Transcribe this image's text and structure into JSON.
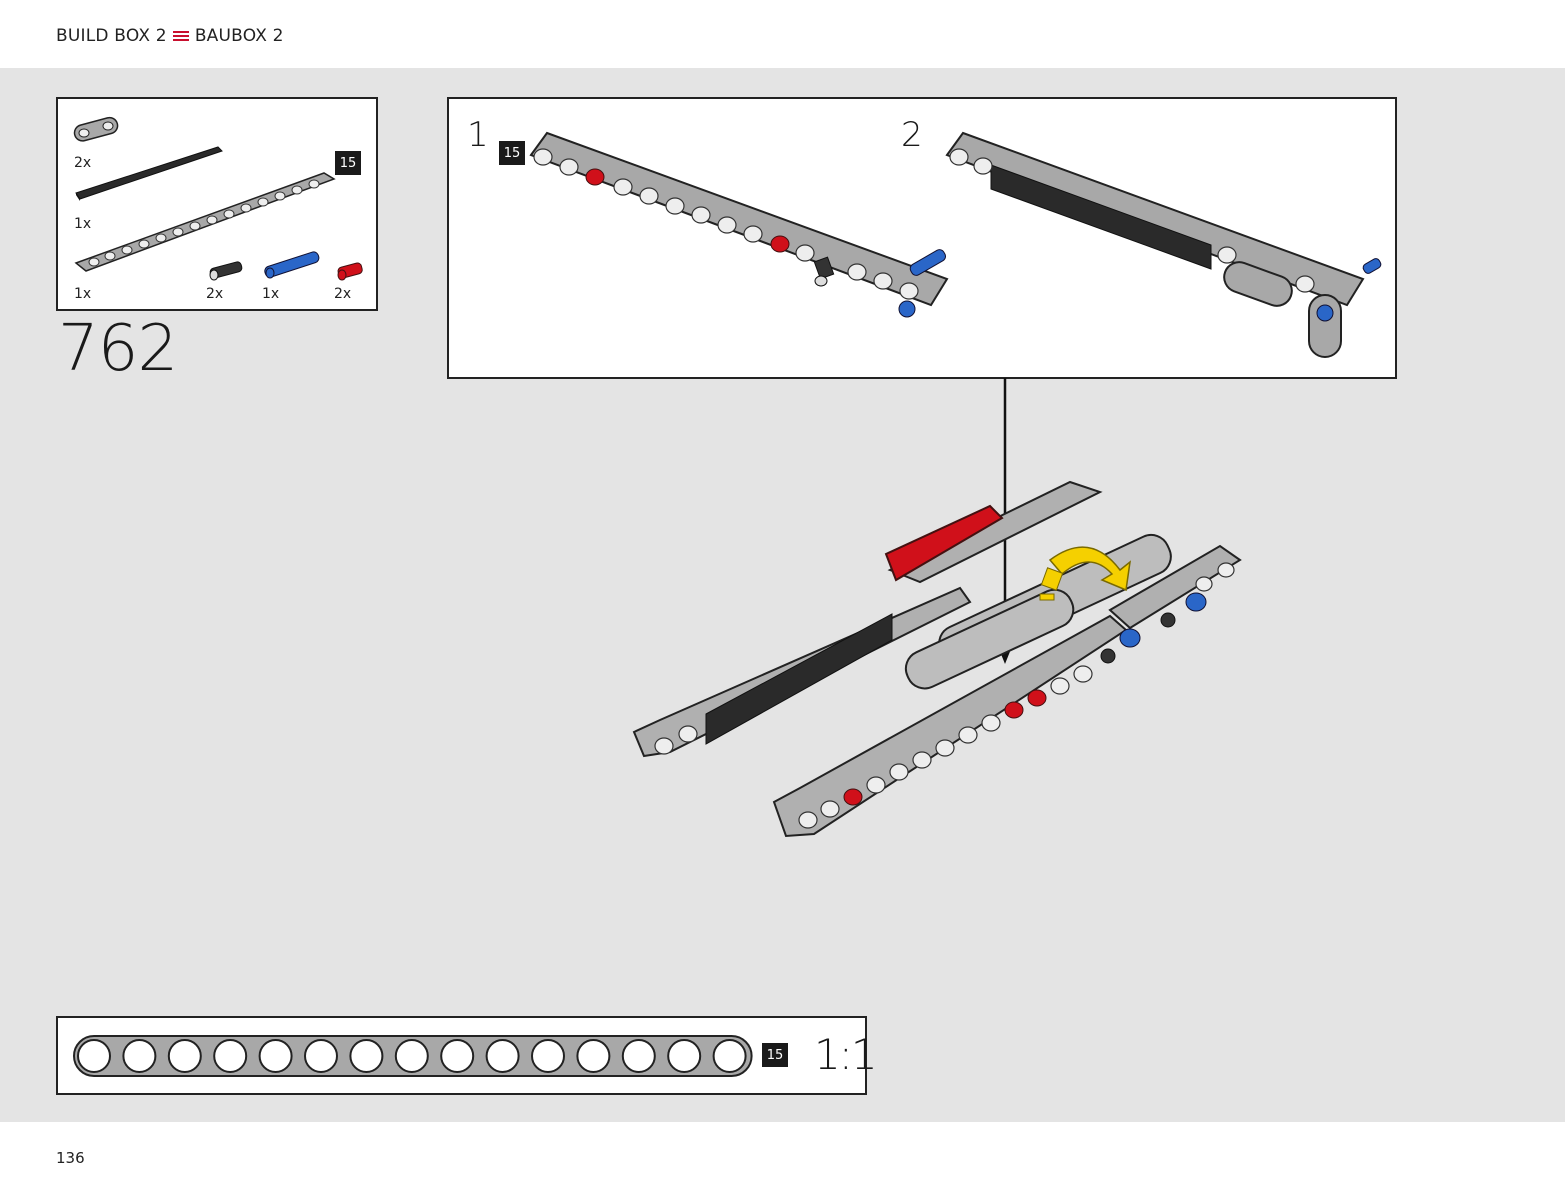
{
  "header": {
    "left_title": "BUILD BOX 2",
    "right_title": "BAUBOX 2",
    "separator_icon": "menu-lines-icon",
    "accent_color": "#c8102e"
  },
  "step": {
    "number": "762"
  },
  "parts_list": {
    "items": [
      {
        "qty": "2x",
        "part": "gray-liftarm-2-icon"
      },
      {
        "qty": "1x",
        "part": "black-panel-icon"
      },
      {
        "qty": "1x",
        "part": "gray-beam-15-icon",
        "length_badge": "15"
      },
      {
        "qty": "2x",
        "part": "black-pin-icon"
      },
      {
        "qty": "1x",
        "part": "blue-pin-long-icon"
      },
      {
        "qty": "2x",
        "part": "red-pin-icon"
      }
    ]
  },
  "substeps": {
    "items": [
      {
        "label": "1",
        "length_badge": "15"
      },
      {
        "label": "2"
      }
    ]
  },
  "scale_reference": {
    "length_badge": "15",
    "scale_text": "1:1",
    "hole_count": 15
  },
  "footer": {
    "page_number": "136"
  },
  "colors": {
    "background": "#e4e4e4",
    "beam_gray": "#a8a8a8",
    "pin_red": "#d0101a",
    "pin_blue": "#2a66c8",
    "arrow_yellow": "#f5d000",
    "panel_black": "#2a2a2a"
  }
}
